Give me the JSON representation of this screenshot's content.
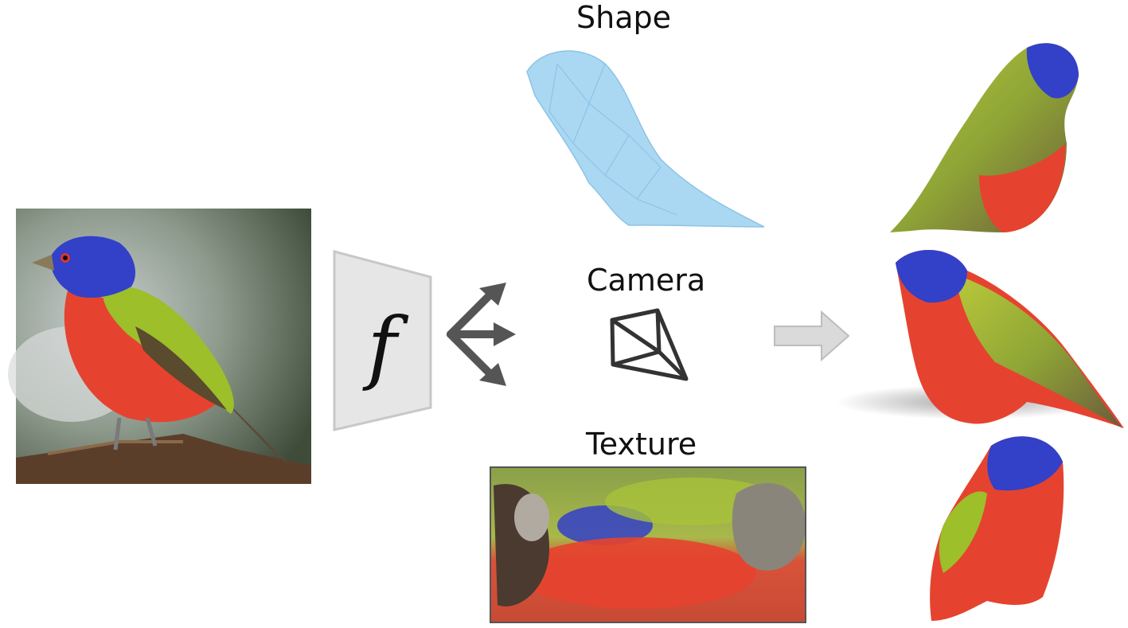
{
  "labels": {
    "shape": "Shape",
    "camera": "Camera",
    "texture": "Texture",
    "function_symbol": "f"
  },
  "colors": {
    "background": "#ffffff",
    "encoder_fill": "#e6e6e6",
    "encoder_stroke": "#c8c8c8",
    "arrow_dark": "#555555",
    "arrow_light": "#d4d4d4",
    "mesh_blue": "#aad8f2",
    "bird_red": "#e5432f",
    "bird_blue": "#3340c8",
    "bird_green": "#9cbf2a"
  },
  "icons": {
    "input_image": "painted-bunting-photo",
    "encoder": "encoder-trapezoid",
    "branch_arrows": "three-way-arrow-icon",
    "shape_mesh": "bird-mesh-shape",
    "camera": "camera-frustum-icon",
    "texture_map": "uv-texture-map",
    "output_arrow": "right-arrow-icon",
    "outputs": "textured-3d-bird-renders"
  }
}
